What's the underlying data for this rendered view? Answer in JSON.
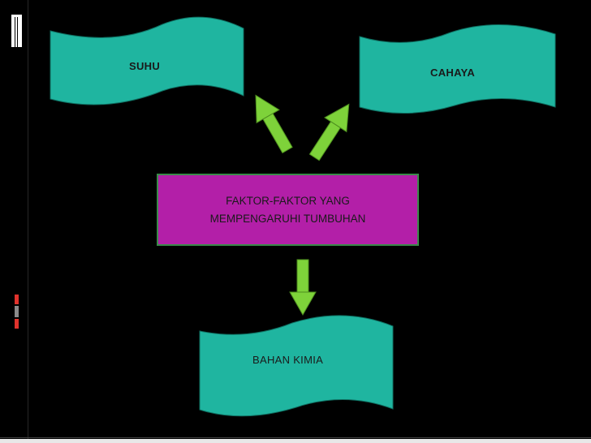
{
  "diagram": {
    "center": {
      "line1": "FAKTOR-FAKTOR YANG",
      "line2": "MEMPENGARUHI TUMBUHAN"
    },
    "nodes": {
      "suhu": "SUHU",
      "cahaya": "CAHAYA",
      "bahan_kimia": "BAHAN KIMIA"
    }
  },
  "colors": {
    "background": "#000000",
    "banner_fill": "#1fb5a0",
    "center_fill": "#b31fa8",
    "center_border": "#3a8a4a",
    "arrow_fill": "#7ed23a",
    "decor_white": "#ffffff",
    "decor_red": "#e0322c",
    "decor_gray": "#8a8a8a"
  }
}
